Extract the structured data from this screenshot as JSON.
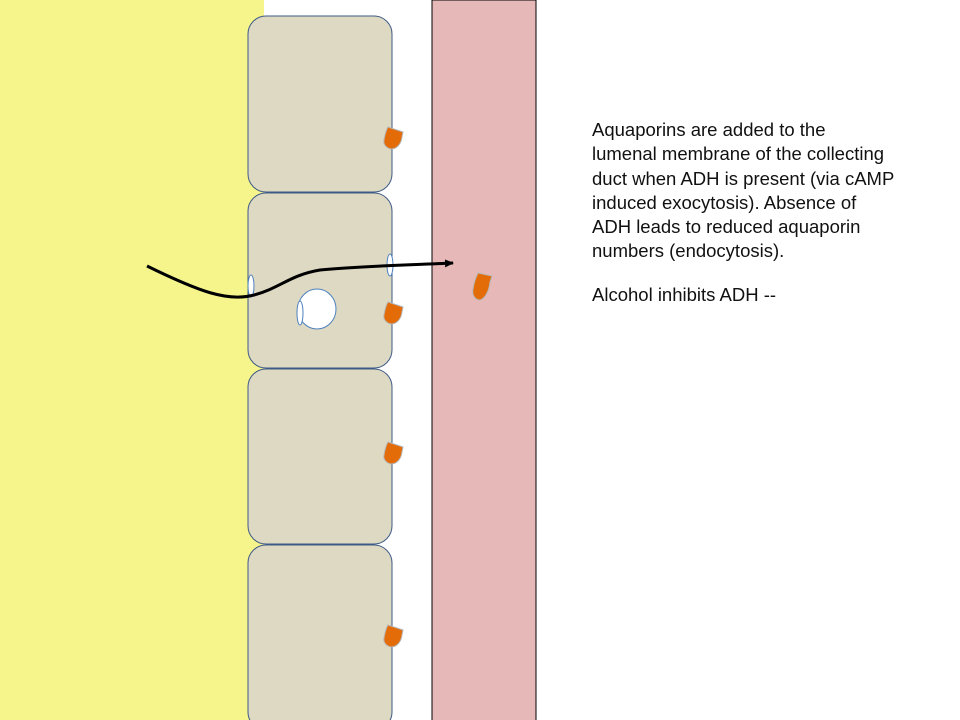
{
  "colors": {
    "lumen_background": "#F5F58C",
    "cell_fill": "#DDD9C3",
    "cell_border": "#3E5A86",
    "blood_vessel_fill": "#E6B8B7",
    "blood_vessel_border": "#000000",
    "aquaporin_fill": "#E36C09",
    "aquaporin_border": "#B7B7B7",
    "channel_fill": "#FFFFFF",
    "channel_border": "#4F81BD",
    "water_arrow": "#000000"
  },
  "icons": {
    "aquaporin": "aquaporin-icon",
    "vesicle": "vesicle-icon",
    "water-channel": "water-channel-icon",
    "water-path-arrow": "arrow-icon"
  },
  "text": {
    "line1": "Aquaporins are added to the",
    "line2": "lumenal membrane of the collecting",
    "line3": "duct when ADH is present (via cAMP",
    "line4": "induced exocytosis).  Absence of",
    "line5": "ADH leads to reduced aquaporin",
    "line6": "numbers (endocytosis).",
    "line7": "Alcohol inhibits ADH --"
  }
}
